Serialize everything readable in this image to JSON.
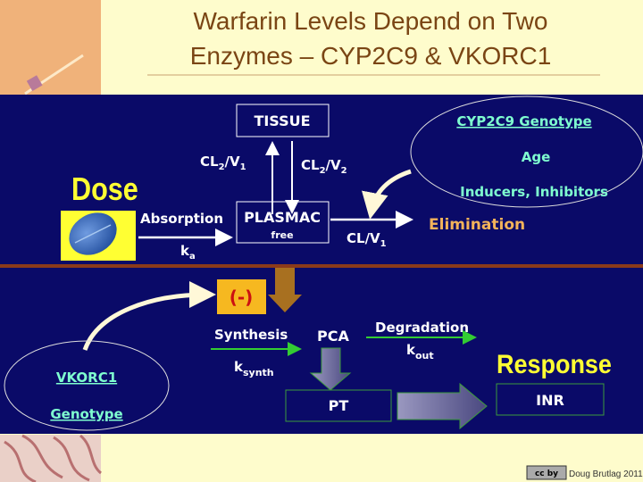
{
  "title": {
    "line1": "Warfarin Levels Depend on Two",
    "line2": "Enzymes – CYP2C9 & VKORC1"
  },
  "colors": {
    "panel": "#0a0a68",
    "divider": "#8b3a1a",
    "title": "#7a4514",
    "cyan": "#7fffd0",
    "yellow": "#ffff33",
    "elimination": "#f3b35a",
    "inhibit_box": "#f6b820",
    "green_arrow": "#33cc33"
  },
  "pk": {
    "tissue": "TISSUE",
    "cl2v1": {
      "a": "CL",
      "a_sub": "2",
      "b": "/V",
      "b_sub": "1"
    },
    "cl2v2": {
      "a": "CL",
      "a_sub": "2",
      "b": "/V",
      "b_sub": "2"
    },
    "dose": "Dose",
    "absorption": "Absorption",
    "ka": {
      "k": "k",
      "sub": "a"
    },
    "plasma": "PLASMAC",
    "free": "free",
    "clv1": {
      "a": "CL/V",
      "sub": "1"
    },
    "elimination": "Elimination",
    "factors": {
      "genotype": "CYP2C9 Genotype",
      "age": "Age",
      "inducers": "Inducers, Inhibitors"
    }
  },
  "pd": {
    "inhibit": "(-)",
    "synthesis": "Synthesis",
    "ksynth": {
      "k": "k",
      "sub": "synth"
    },
    "pca": "PCA",
    "degradation": "Degradation",
    "kout": {
      "k": "k",
      "sub": "out"
    },
    "response": "Response",
    "pt": "PT",
    "inr": "INR",
    "vkorc1": {
      "line1": "VKORC1",
      "line2": "Genotype"
    }
  },
  "footer": {
    "credit": "Doug Brutlag 2011",
    "license_badge": "cc by"
  }
}
